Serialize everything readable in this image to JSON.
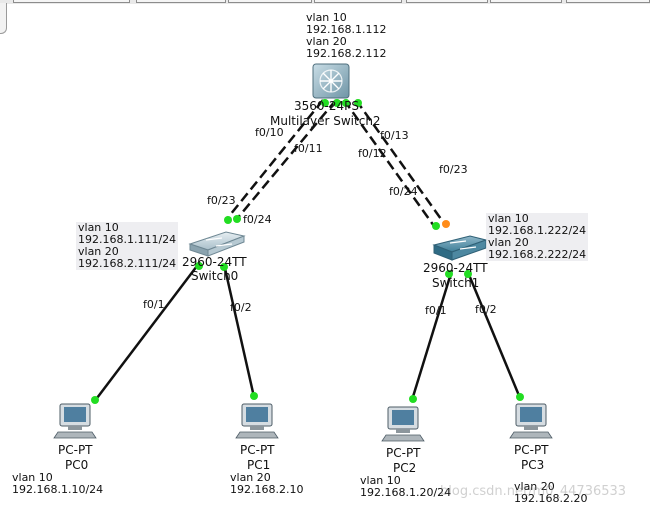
{
  "devices": {
    "ms2": {
      "model": "3560-24PS",
      "name": "Multilayer Switch2",
      "info": [
        "vlan 10",
        "192.168.1.112",
        "vlan 20",
        "192.168.2.112"
      ]
    },
    "sw0": {
      "model": "2960-24TT",
      "name": "Switch0",
      "info": [
        "vlan 10",
        "192.168.1.111/24",
        "vlan 20",
        "192.168.2.111/24"
      ]
    },
    "sw1": {
      "model": "2960-24TT",
      "name": "Switch1",
      "info": [
        "vlan 10",
        "192.168.1.222/24",
        "vlan 20",
        "192.168.2.222/24"
      ]
    },
    "pc0": {
      "model": "PC-PT",
      "name": "PC0",
      "info": [
        "vlan 10",
        "192.168.1.10/24"
      ]
    },
    "pc1": {
      "model": "PC-PT",
      "name": "PC1",
      "info": [
        "vlan 20",
        "192.168.2.10"
      ]
    },
    "pc2": {
      "model": "PC-PT",
      "name": "PC2",
      "info": [
        "vlan 10",
        "192.168.1.20/24"
      ]
    },
    "pc3": {
      "model": "PC-PT",
      "name": "PC3",
      "info": [
        "vlan 20",
        "192.168.2.20"
      ]
    }
  },
  "ports": {
    "ms2_f010": "f0/10",
    "ms2_f011": "f0/11",
    "ms2_f013": "f0/13",
    "ms2_f012": "f0/12",
    "sw0_f023": "f0/23",
    "sw0_f024": "f0/24",
    "sw0_f01": "f0/1",
    "sw0_f02": "f0/2",
    "sw1_f023": "f0/23",
    "sw1_f024": "f0/24",
    "sw1_f01": "f0/1",
    "sw1_f02": "f0/2"
  },
  "colors": {
    "link_up": "#22dd22",
    "link_blocked": "#ff8c1a",
    "cable": "#111111"
  },
  "watermark": "blog.csdn.net/m0_44736533"
}
